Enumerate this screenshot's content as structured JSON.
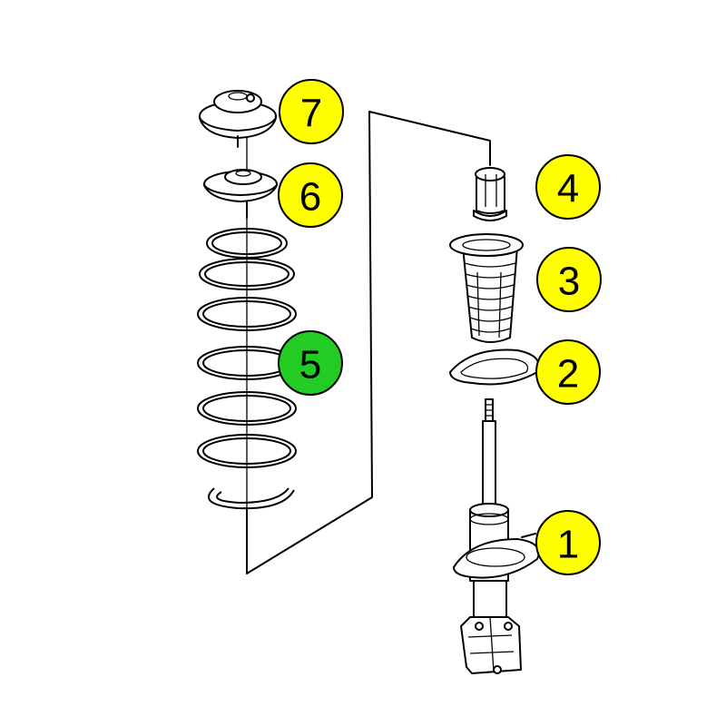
{
  "colors": {
    "callout_default": "#ffff00",
    "callout_highlight": "#22cc22",
    "line": "#000000",
    "background": "#ffffff"
  },
  "callouts": [
    {
      "id": "1",
      "label": "1",
      "part": "strut-shock-absorber",
      "color": "#ffff00"
    },
    {
      "id": "2",
      "label": "2",
      "part": "spring-seat-insulator",
      "color": "#ffff00"
    },
    {
      "id": "3",
      "label": "3",
      "part": "dust-boot",
      "color": "#ffff00"
    },
    {
      "id": "4",
      "label": "4",
      "part": "bump-stop",
      "color": "#ffff00"
    },
    {
      "id": "5",
      "label": "5",
      "part": "coil-spring",
      "color": "#22cc22"
    },
    {
      "id": "6",
      "label": "6",
      "part": "upper-spring-seat",
      "color": "#ffff00"
    },
    {
      "id": "7",
      "label": "7",
      "part": "top-mount",
      "color": "#ffff00"
    }
  ]
}
